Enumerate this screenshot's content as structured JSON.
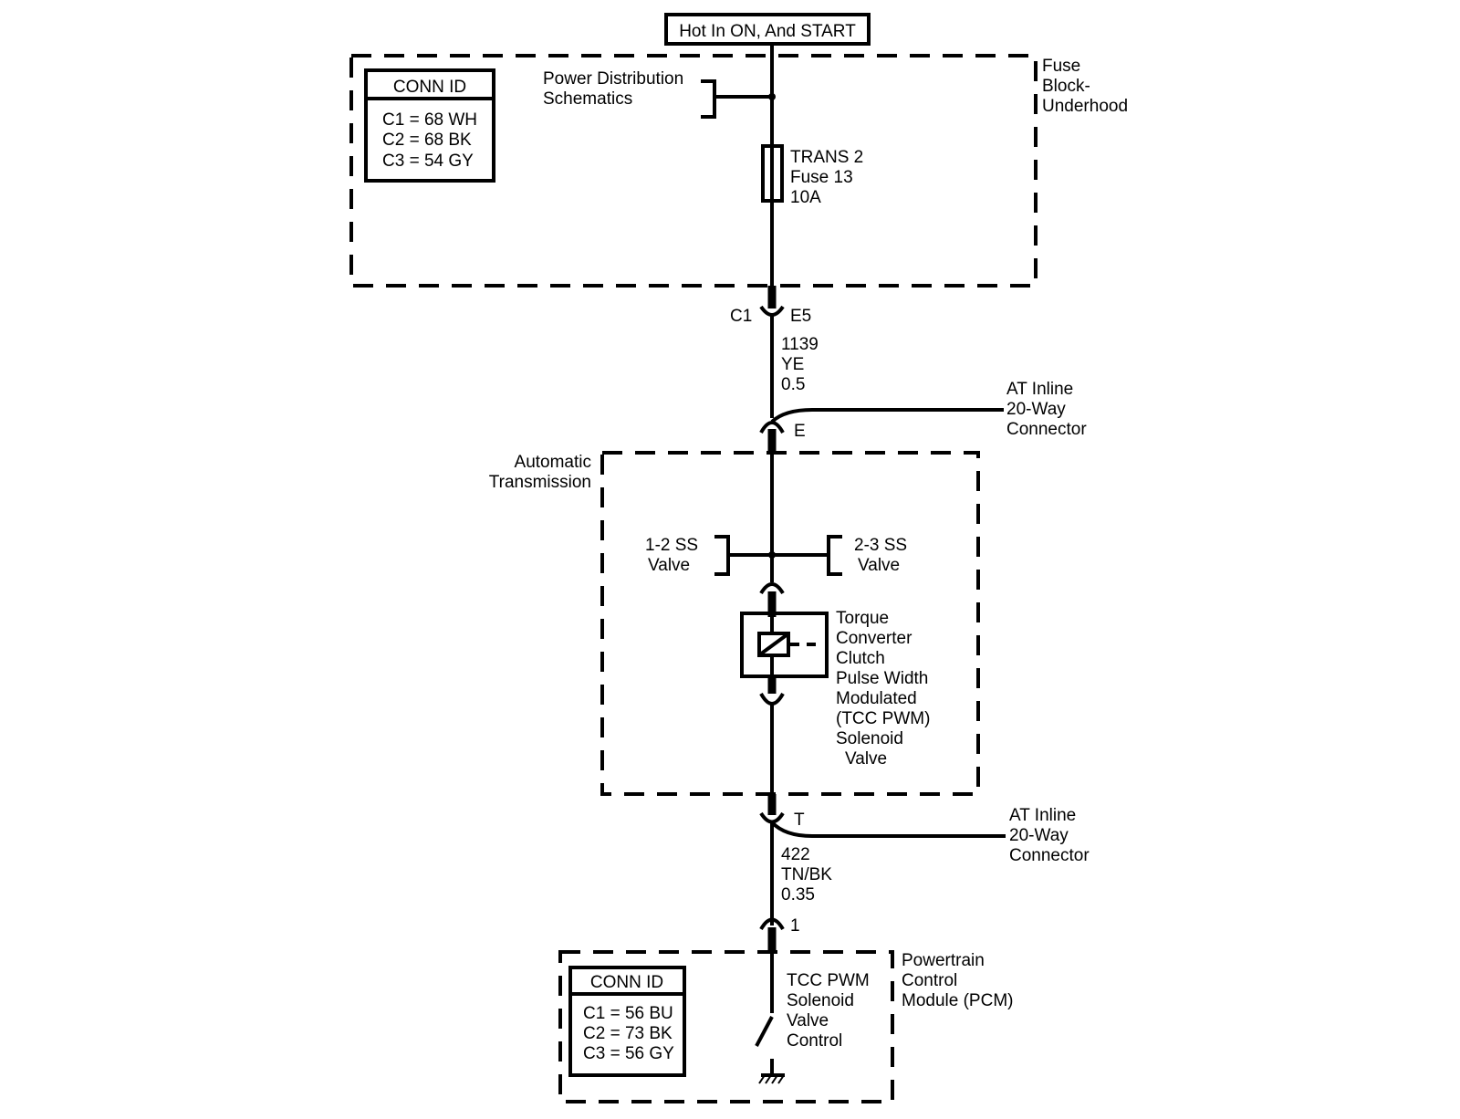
{
  "header": {
    "power_source": "Hot In ON, And START"
  },
  "fuse_block": {
    "label_lines": [
      "Fuse",
      "Block-",
      "Underhood"
    ],
    "conn_id": {
      "title": "CONN ID",
      "rows": [
        "C1 = 68 WH",
        "C2 = 68 BK",
        "C3 = 54 GY"
      ]
    },
    "power_distribution_lines": [
      "Power Distribution",
      "Schematics"
    ],
    "fuse_lines": [
      "TRANS 2",
      "Fuse 13",
      "10A"
    ]
  },
  "connector_c1": {
    "left": "C1",
    "right": "E5"
  },
  "wire_1139": {
    "lines": [
      "1139",
      "YE",
      "0.5"
    ]
  },
  "at_inline_top": {
    "pin": "E",
    "label_lines": [
      "AT Inline",
      "20-Way",
      "Connector"
    ]
  },
  "automatic_transmission": {
    "label_lines": [
      "Automatic",
      "Transmission"
    ],
    "ss12_lines": [
      "1-2 SS",
      "Valve"
    ],
    "ss23_lines": [
      "2-3 SS",
      "Valve"
    ],
    "tcc_lines": [
      "Torque",
      "Converter",
      "Clutch",
      "Pulse Width",
      "Modulated",
      "(TCC PWM)",
      "Solenoid",
      "Valve"
    ]
  },
  "at_inline_bottom": {
    "pin": "T",
    "label_lines": [
      "AT Inline",
      "20-Way",
      "Connector"
    ]
  },
  "wire_422": {
    "lines": [
      "422",
      "TN/BK",
      "0.35"
    ]
  },
  "pcm_connector": {
    "pin": "1"
  },
  "pcm": {
    "label_lines": [
      "Powertrain",
      "Control",
      "Module (PCM)"
    ],
    "conn_id": {
      "title": "CONN ID",
      "rows": [
        "C1 = 56 BU",
        "C2 = 73 BK",
        "C3 = 56 GY"
      ]
    },
    "control_lines": [
      "TCC PWM",
      "Solenoid",
      "Valve",
      "Control"
    ]
  }
}
